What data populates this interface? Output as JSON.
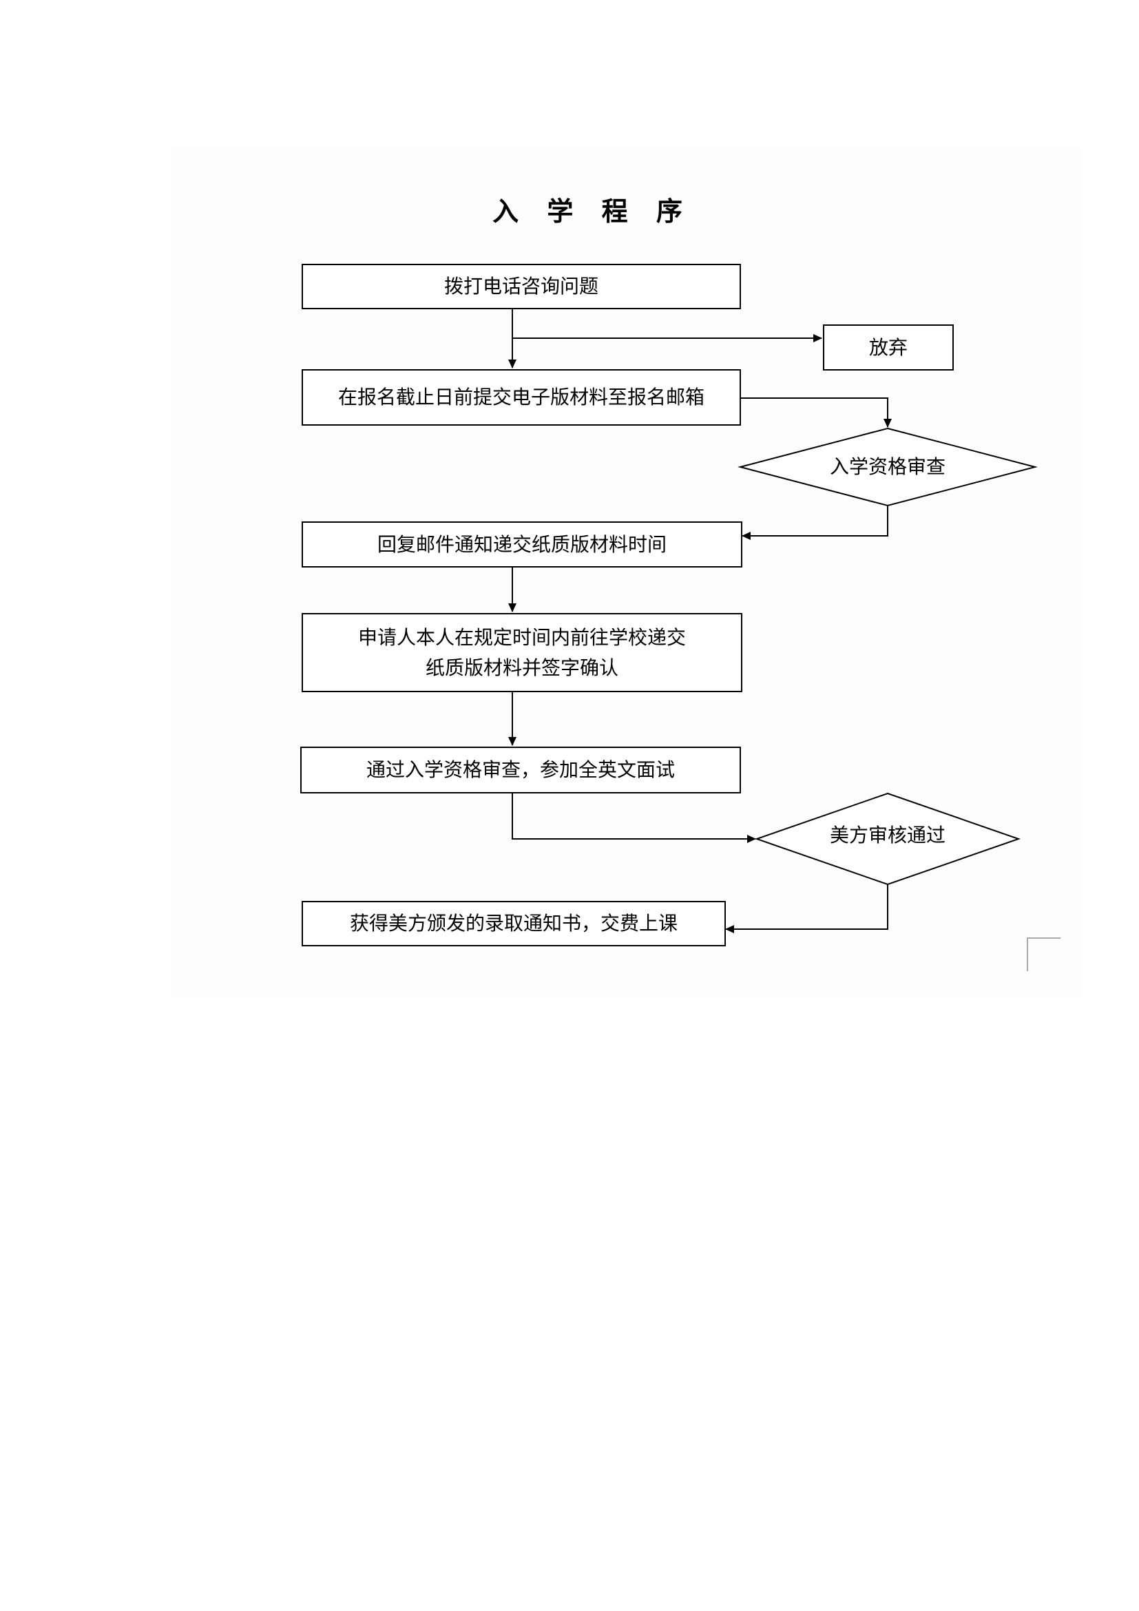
{
  "title": "入 学 程 序",
  "steps": {
    "call": "拨打电话咨询问题",
    "giveup": "放弃",
    "submit_email": "在报名截止日前提交电子版材料至报名邮箱",
    "review": "入学资格审查",
    "reply": "回复邮件通知递交纸质版材料时间",
    "visit_line1": "申请人本人在规定时间内前往学校递交",
    "visit_line2": "纸质版材料并签字确认",
    "interview": "通过入学资格审查，参加全英文面试",
    "us_review": "美方审核通过",
    "admission": "获得美方颁发的录取通知书，交费上课"
  }
}
